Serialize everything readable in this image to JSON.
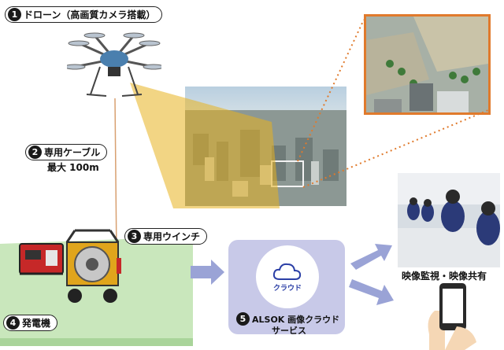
{
  "labels": {
    "drone": {
      "num": "1",
      "text": "ドローン（高画質カメラ搭載）"
    },
    "cable": {
      "num": "2",
      "text": "専用ケーブル",
      "sub": "最大 100m"
    },
    "winch": {
      "num": "3",
      "text": "専用ウインチ"
    },
    "generator": {
      "num": "4",
      "text": "発電機"
    },
    "cloud_service": {
      "num": "5",
      "text": "ALSOK 画像クラウド",
      "text2": "サービス"
    },
    "cloud_icon_caption": "クラウド",
    "monitoring": "映像監視・映像共有"
  },
  "colors": {
    "camera_cone": "#e8b21f",
    "cloud_box": "#c8c9e8",
    "arrow": "#9aa3d6",
    "zoom_border": "#e07a2c",
    "ground": "#bfe3b0"
  },
  "icons": [
    "drone-icon",
    "cloud-icon",
    "smartphone-icon",
    "generator-icon",
    "winch-icon"
  ]
}
